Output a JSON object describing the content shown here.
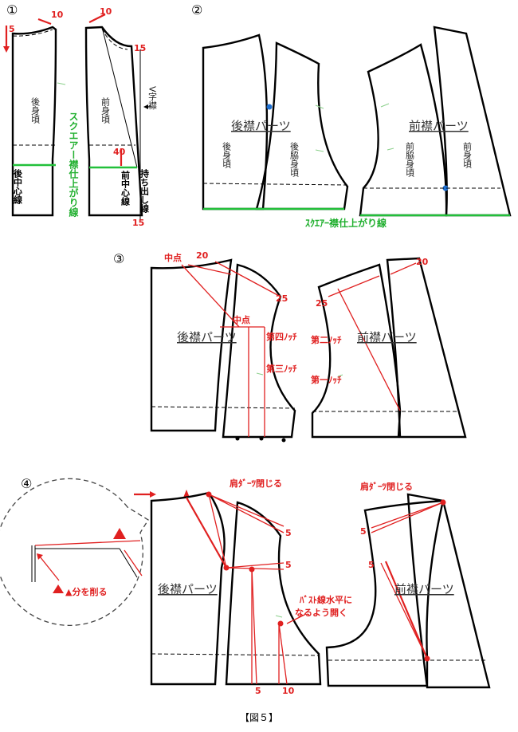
{
  "steps": [
    "①",
    "②",
    "③",
    "④"
  ],
  "s1": {
    "m10a": "10",
    "m10b": "10",
    "m5": "5",
    "m15a": "15",
    "m40": "40",
    "m15b": "15",
    "back_body": "後身頃",
    "front_body": "前身頃",
    "v_collar": "V字襟",
    "back_center": "後中心線",
    "front_center": "前中心線",
    "extension": "持ち出し線",
    "square_finish": "スクエアー襟仕上がり線"
  },
  "s2": {
    "back_part": "後襟パーツ",
    "front_part": "前襟パーツ",
    "back_body": "後身頃",
    "side_back": "後脇身頃",
    "front_side": "前脇身頃",
    "front_body": "前身頃",
    "square_finish": "ｽｸｴｱｰ襟仕上がり線"
  },
  "s3": {
    "midpoint1": "中点",
    "m20a": "20",
    "m25a": "25",
    "midpoint2": "中点",
    "notch4": "第四ﾉｯﾁ",
    "notch3": "第三ﾉｯﾁ",
    "notch2": "第二ﾉｯﾁ",
    "notch1": "第一ﾉｯﾁ",
    "m25b": "25",
    "m20b": "20",
    "back_part": "後襟パーツ",
    "front_part": "前襟パーツ"
  },
  "s4": {
    "shoulder_close_a": "肩ﾀﾞｰﾂ閉じる",
    "shoulder_close_b": "肩ﾀﾞｰﾂ閉じる",
    "m5a": "5",
    "m5b": "5",
    "m5c": "5",
    "m10": "10",
    "m5d": "5",
    "m5e": "5",
    "bust_open_1": "ﾊﾞｽﾄ線水平に",
    "bust_open_2": "なるよう開く",
    "trim": "▲分を削る",
    "back_part": "後襟パーツ",
    "front_part": "前襟パーツ"
  },
  "caption": "【図５】",
  "colors": {
    "red": "#e02020",
    "green": "#22c03a",
    "blue": "#1e6fd0"
  }
}
